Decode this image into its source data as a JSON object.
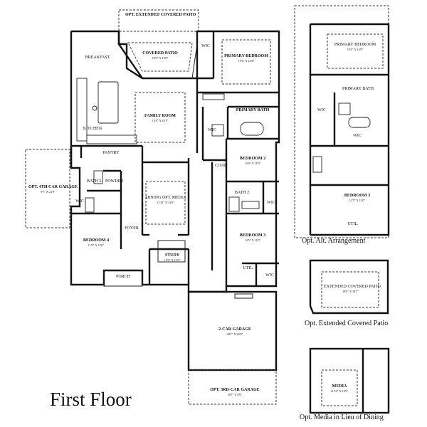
{
  "title": "First Floor",
  "rooms": {
    "opt_ext_patio": {
      "name": "OPT. EXTENDED COVERED PATIO"
    },
    "breakfast": {
      "name": "BREAKFAST"
    },
    "covered_patio": {
      "name": "COVERED PATIO",
      "dim": "18'0\" X 10'0\""
    },
    "wic_primary": {
      "name": "WIC"
    },
    "primary_bedroom": {
      "name": "PRIMARY BEDROOM",
      "dim": "15'6\" X 14'8\""
    },
    "kitchen": {
      "name": "KITCHEN"
    },
    "family_room": {
      "name": "FAMILY ROOM",
      "dim": "13'8\" X 19'1\""
    },
    "primary_bath": {
      "name": "PRIMARY BATH"
    },
    "wic_bath": {
      "name": "WIC"
    },
    "pantry": {
      "name": "PANTRY"
    },
    "bedroom2": {
      "name": "BEDROOM 2",
      "dim": "12'0\" X 11'0\""
    },
    "coat": {
      "name": "COAT"
    },
    "opt_4th_garage": {
      "name": "OPT. 4TH CAR GARAGE",
      "dim": "9'7\" X 21'9\""
    },
    "bath3": {
      "name": "BATH 3"
    },
    "powder": {
      "name": "POWDER"
    },
    "dining": {
      "name": "DINING OPT. MEDIA",
      "dim": "11'10\" X 12'0\""
    },
    "bath2": {
      "name": "BATH 2"
    },
    "wic_b2": {
      "name": "WIC"
    },
    "wic_b4": {
      "name": "WIC"
    },
    "bedroom4": {
      "name": "BEDROOM 4",
      "dim": "11'8\" X 12'6\""
    },
    "foyer": {
      "name": "FOYER"
    },
    "bedroom3": {
      "name": "BEDROOM 3",
      "dim": "12'5\" X 11'0\""
    },
    "study": {
      "name": "STUDY",
      "dim": "12'0\" X 12'6\""
    },
    "util": {
      "name": "UTIL."
    },
    "wic_b3": {
      "name": "WIC"
    },
    "porch": {
      "name": "PORCH"
    },
    "garage2": {
      "name": "2-CAR GARAGE",
      "dim": "20'7\" X 20'0\""
    },
    "garage3": {
      "name": "OPT. 3RD-CAR GARAGE",
      "dim": "20'7\" X 8'0\""
    }
  },
  "alt": {
    "primary_bedroom": {
      "name": "PRIMARY BEDROOM",
      "dim": "15'6\" X 14'0\""
    },
    "primary_bath": {
      "name": "PRIMARY BATH"
    },
    "wic_left": {
      "name": "WIC"
    },
    "wic_bottom": {
      "name": "WIC"
    },
    "bedroom3": {
      "name": "BEDROOM 3",
      "dim": "12'5\" X 11'0\""
    },
    "util": {
      "name": "UTIL."
    },
    "ext_patio": {
      "name": "EXTENDED COVERED PATIO",
      "dim": "18'0\" X 18'7\""
    },
    "media": {
      "name": "MEDIA",
      "dim": "11'10\" X 12'0\""
    }
  },
  "captions": {
    "alt_arrangement": "Opt. Alt. Arrangement",
    "ext_patio": "Opt. Extended Covered Patio",
    "media": "Opt. Media in Lieu of Dining"
  }
}
